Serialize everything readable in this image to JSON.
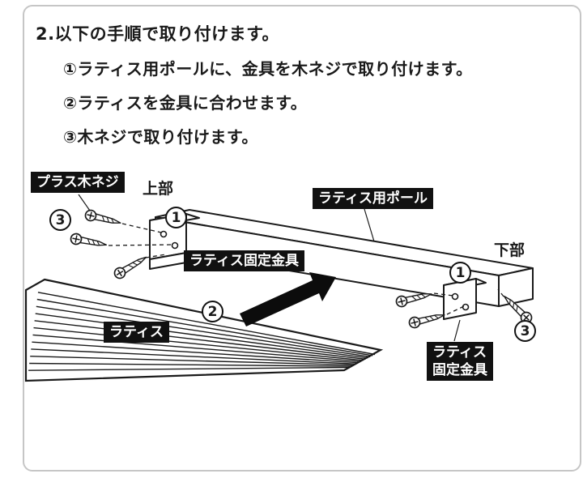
{
  "instructions": {
    "title": "2.以下の手順で取り付けます。",
    "steps": [
      "①ラティス用ポールに、金具を木ネジで取り付けます。",
      "②ラティスを金具に合わせます。",
      "③木ネジで取り付けます。"
    ]
  },
  "diagram": {
    "labels": {
      "plus_wood_screw": "プラス木ネジ",
      "top_part": "上部",
      "lattice_pole": "ラティス用ポール",
      "bottom_part": "下部",
      "bracket": "ラティス固定金具",
      "lattice": "ラティス",
      "bracket_line1": "ラティス",
      "bracket_line2": "固定金具"
    },
    "callouts": {
      "one": "1",
      "two": "2",
      "three": "3"
    },
    "colors": {
      "label_bg": "#111111",
      "label_fg": "#ffffff",
      "line": "#1a1a1a"
    }
  }
}
